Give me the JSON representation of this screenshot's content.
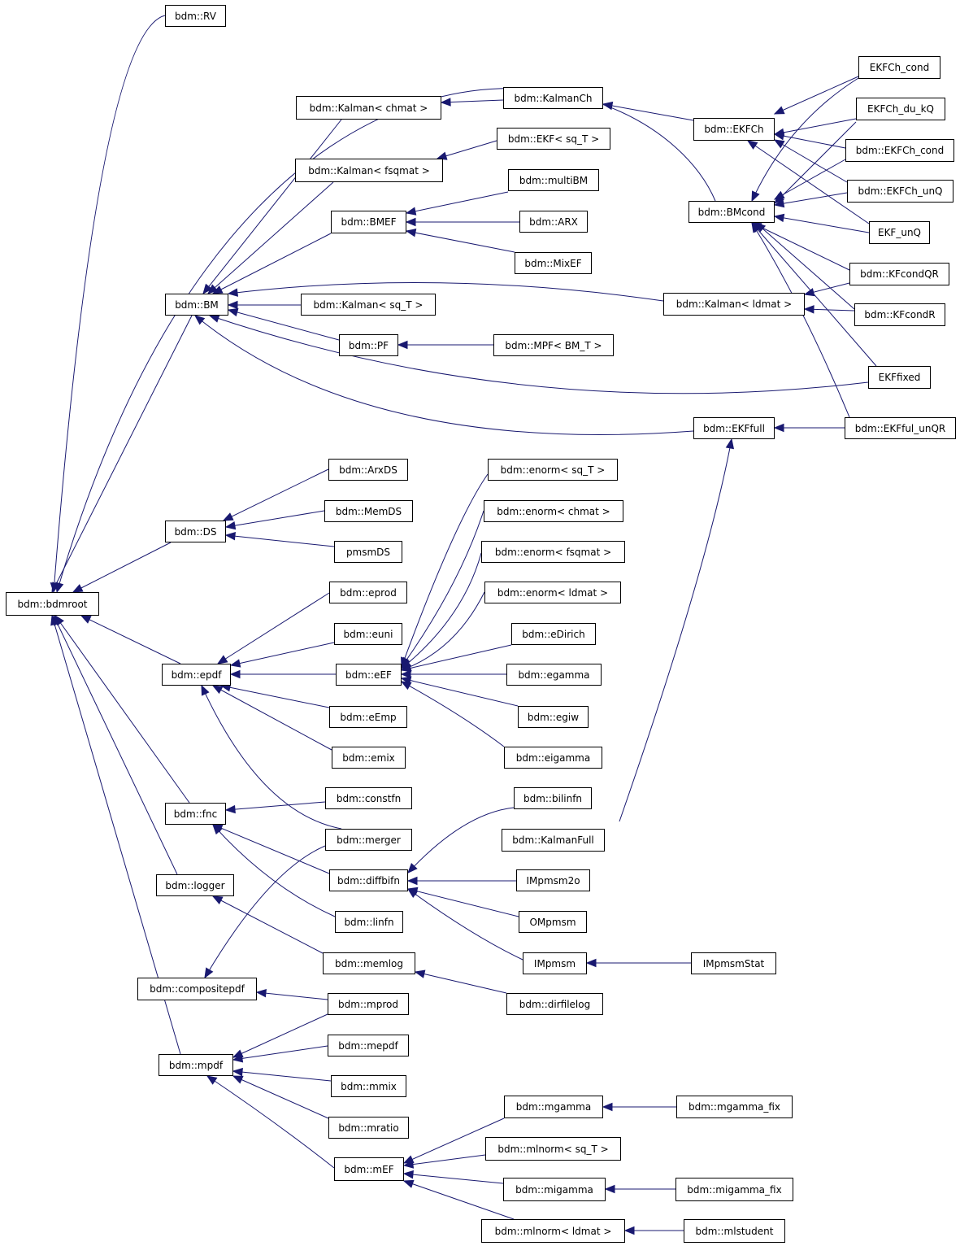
{
  "diagram": {
    "edge_color": "#191970",
    "nodes": [
      {
        "id": "bdmroot",
        "label": "bdm::bdmroot"
      },
      {
        "id": "RV",
        "label": "bdm::RV"
      },
      {
        "id": "BM",
        "label": "bdm::BM"
      },
      {
        "id": "DS",
        "label": "bdm::DS"
      },
      {
        "id": "epdf",
        "label": "bdm::epdf"
      },
      {
        "id": "fnc",
        "label": "bdm::fnc"
      },
      {
        "id": "logger",
        "label": "bdm::logger"
      },
      {
        "id": "compositepdf",
        "label": "bdm::compositepdf"
      },
      {
        "id": "mpdf",
        "label": "bdm::mpdf"
      },
      {
        "id": "Kalman_chmat",
        "label": "bdm::Kalman< chmat >"
      },
      {
        "id": "Kalman_fsqmat",
        "label": "bdm::Kalman< fsqmat >"
      },
      {
        "id": "BMEF",
        "label": "bdm::BMEF"
      },
      {
        "id": "Kalman_sqT",
        "label": "bdm::Kalman< sq_T >"
      },
      {
        "id": "PF",
        "label": "bdm::PF"
      },
      {
        "id": "KalmanCh",
        "label": "bdm::KalmanCh"
      },
      {
        "id": "EKF_sqT",
        "label": "bdm::EKF< sq_T >"
      },
      {
        "id": "multiBM",
        "label": "bdm::multiBM"
      },
      {
        "id": "ARX",
        "label": "bdm::ARX"
      },
      {
        "id": "MixEF",
        "label": "bdm::MixEF"
      },
      {
        "id": "Kalman_ldmat",
        "label": "bdm::Kalman< ldmat >"
      },
      {
        "id": "MPF",
        "label": "bdm::MPF< BM_T >"
      },
      {
        "id": "EKFCh",
        "label": "bdm::EKFCh"
      },
      {
        "id": "BMcond",
        "label": "bdm::BMcond"
      },
      {
        "id": "EKFfull",
        "label": "bdm::EKFfull"
      },
      {
        "id": "EKFCh_cond",
        "label": "EKFCh_cond"
      },
      {
        "id": "EKFCh_du_kQ",
        "label": "EKFCh_du_kQ"
      },
      {
        "id": "bdmEKFCh_cond",
        "label": "bdm::EKFCh_cond"
      },
      {
        "id": "bdmEKFCh_unQ",
        "label": "bdm::EKFCh_unQ"
      },
      {
        "id": "EKF_unQ",
        "label": "EKF_unQ"
      },
      {
        "id": "KFcondQR",
        "label": "bdm::KFcondQR"
      },
      {
        "id": "KFcondR",
        "label": "bdm::KFcondR"
      },
      {
        "id": "EKFfixed",
        "label": "EKFfixed"
      },
      {
        "id": "EKFful_unQR",
        "label": "bdm::EKFful_unQR"
      },
      {
        "id": "ArxDS",
        "label": "bdm::ArxDS"
      },
      {
        "id": "MemDS",
        "label": "bdm::MemDS"
      },
      {
        "id": "pmsmDS",
        "label": "pmsmDS"
      },
      {
        "id": "eprod",
        "label": "bdm::eprod"
      },
      {
        "id": "euni",
        "label": "bdm::euni"
      },
      {
        "id": "eEF",
        "label": "bdm::eEF"
      },
      {
        "id": "eEmp",
        "label": "bdm::eEmp"
      },
      {
        "id": "emix",
        "label": "bdm::emix"
      },
      {
        "id": "enorm_sqT",
        "label": "bdm::enorm< sq_T >"
      },
      {
        "id": "enorm_chmat",
        "label": "bdm::enorm< chmat >"
      },
      {
        "id": "enorm_fsqmat",
        "label": "bdm::enorm< fsqmat >"
      },
      {
        "id": "enorm_ldmat",
        "label": "bdm::enorm< ldmat >"
      },
      {
        "id": "eDirich",
        "label": "bdm::eDirich"
      },
      {
        "id": "egamma",
        "label": "bdm::egamma"
      },
      {
        "id": "egiw",
        "label": "bdm::egiw"
      },
      {
        "id": "eigamma",
        "label": "bdm::eigamma"
      },
      {
        "id": "constfn",
        "label": "bdm::constfn"
      },
      {
        "id": "merger",
        "label": "bdm::merger"
      },
      {
        "id": "diffbifn",
        "label": "bdm::diffbifn"
      },
      {
        "id": "linfn",
        "label": "bdm::linfn"
      },
      {
        "id": "bilinfn",
        "label": "bdm::bilinfn"
      },
      {
        "id": "KalmanFull",
        "label": "bdm::KalmanFull"
      },
      {
        "id": "IMpmsm2o",
        "label": "IMpmsm2o"
      },
      {
        "id": "OMpmsm",
        "label": "OMpmsm"
      },
      {
        "id": "IMpmsm",
        "label": "IMpmsm"
      },
      {
        "id": "IMpmsmStat",
        "label": "IMpmsmStat"
      },
      {
        "id": "memlog",
        "label": "bdm::memlog"
      },
      {
        "id": "dirfilelog",
        "label": "bdm::dirfilelog"
      },
      {
        "id": "mprod",
        "label": "bdm::mprod"
      },
      {
        "id": "mepdf",
        "label": "bdm::mepdf"
      },
      {
        "id": "mmix",
        "label": "bdm::mmix"
      },
      {
        "id": "mratio",
        "label": "bdm::mratio"
      },
      {
        "id": "mEF",
        "label": "bdm::mEF"
      },
      {
        "id": "mgamma",
        "label": "bdm::mgamma"
      },
      {
        "id": "mlnorm_sqT",
        "label": "bdm::mlnorm< sq_T >"
      },
      {
        "id": "migamma",
        "label": "bdm::migamma"
      },
      {
        "id": "mlnorm_ldmat",
        "label": "bdm::mlnorm< ldmat >"
      },
      {
        "id": "mgamma_fix",
        "label": "bdm::mgamma_fix"
      },
      {
        "id": "migamma_fix",
        "label": "bdm::migamma_fix"
      },
      {
        "id": "mlstudent",
        "label": "bdm::mlstudent"
      }
    ],
    "edges": [
      {
        "from": "RV",
        "to": "bdmroot"
      },
      {
        "from": "BM",
        "to": "bdmroot"
      },
      {
        "from": "DS",
        "to": "bdmroot"
      },
      {
        "from": "epdf",
        "to": "bdmroot"
      },
      {
        "from": "fnc",
        "to": "bdmroot"
      },
      {
        "from": "logger",
        "to": "bdmroot"
      },
      {
        "from": "mpdf",
        "to": "bdmroot"
      },
      {
        "from": "BMcond",
        "to": "bdmroot"
      },
      {
        "from": "Kalman_chmat",
        "to": "BM"
      },
      {
        "from": "Kalman_fsqmat",
        "to": "BM"
      },
      {
        "from": "BMEF",
        "to": "BM"
      },
      {
        "from": "Kalman_sqT",
        "to": "BM"
      },
      {
        "from": "PF",
        "to": "BM"
      },
      {
        "from": "Kalman_ldmat",
        "to": "BM"
      },
      {
        "from": "EKFfixed",
        "to": "BM"
      },
      {
        "from": "EKFfull",
        "to": "BM"
      },
      {
        "from": "KalmanCh",
        "to": "Kalman_chmat"
      },
      {
        "from": "EKF_sqT",
        "to": "Kalman_fsqmat"
      },
      {
        "from": "multiBM",
        "to": "BMEF"
      },
      {
        "from": "ARX",
        "to": "BMEF"
      },
      {
        "from": "MixEF",
        "to": "BMEF"
      },
      {
        "from": "MPF",
        "to": "PF"
      },
      {
        "from": "EKFCh",
        "to": "KalmanCh"
      },
      {
        "from": "EKFCh_cond",
        "to": "EKFCh"
      },
      {
        "from": "EKFCh_du_kQ",
        "to": "EKFCh"
      },
      {
        "from": "bdmEKFCh_cond",
        "to": "EKFCh"
      },
      {
        "from": "bdmEKFCh_unQ",
        "to": "EKFCh"
      },
      {
        "from": "EKF_unQ",
        "to": "EKFCh"
      },
      {
        "from": "EKFCh_cond",
        "to": "BMcond"
      },
      {
        "from": "EKFCh_du_kQ",
        "to": "BMcond"
      },
      {
        "from": "bdmEKFCh_cond",
        "to": "BMcond"
      },
      {
        "from": "bdmEKFCh_unQ",
        "to": "BMcond"
      },
      {
        "from": "EKF_unQ",
        "to": "BMcond"
      },
      {
        "from": "KFcondQR",
        "to": "BMcond"
      },
      {
        "from": "KFcondR",
        "to": "BMcond"
      },
      {
        "from": "EKFfixed",
        "to": "BMcond"
      },
      {
        "from": "EKFful_unQR",
        "to": "BMcond"
      },
      {
        "from": "KFcondQR",
        "to": "Kalman_ldmat"
      },
      {
        "from": "KFcondR",
        "to": "Kalman_ldmat"
      },
      {
        "from": "EKFful_unQR",
        "to": "EKFfull"
      },
      {
        "from": "KalmanFull",
        "to": "EKFfull"
      },
      {
        "from": "ArxDS",
        "to": "DS"
      },
      {
        "from": "MemDS",
        "to": "DS"
      },
      {
        "from": "pmsmDS",
        "to": "DS"
      },
      {
        "from": "eprod",
        "to": "epdf"
      },
      {
        "from": "euni",
        "to": "epdf"
      },
      {
        "from": "eEF",
        "to": "epdf"
      },
      {
        "from": "eEmp",
        "to": "epdf"
      },
      {
        "from": "emix",
        "to": "epdf"
      },
      {
        "from": "merger",
        "to": "epdf"
      },
      {
        "from": "enorm_sqT",
        "to": "eEF"
      },
      {
        "from": "enorm_chmat",
        "to": "eEF"
      },
      {
        "from": "enorm_fsqmat",
        "to": "eEF"
      },
      {
        "from": "enorm_ldmat",
        "to": "eEF"
      },
      {
        "from": "eDirich",
        "to": "eEF"
      },
      {
        "from": "egamma",
        "to": "eEF"
      },
      {
        "from": "egiw",
        "to": "eEF"
      },
      {
        "from": "eigamma",
        "to": "eEF"
      },
      {
        "from": "constfn",
        "to": "fnc"
      },
      {
        "from": "diffbifn",
        "to": "fnc"
      },
      {
        "from": "linfn",
        "to": "fnc"
      },
      {
        "from": "bilinfn",
        "to": "diffbifn"
      },
      {
        "from": "IMpmsm2o",
        "to": "diffbifn"
      },
      {
        "from": "OMpmsm",
        "to": "diffbifn"
      },
      {
        "from": "IMpmsm",
        "to": "diffbifn"
      },
      {
        "from": "IMpmsmStat",
        "to": "IMpmsm"
      },
      {
        "from": "memlog",
        "to": "logger"
      },
      {
        "from": "dirfilelog",
        "to": "memlog"
      },
      {
        "from": "merger",
        "to": "compositepdf"
      },
      {
        "from": "mprod",
        "to": "compositepdf"
      },
      {
        "from": "mprod",
        "to": "mpdf"
      },
      {
        "from": "mepdf",
        "to": "mpdf"
      },
      {
        "from": "mmix",
        "to": "mpdf"
      },
      {
        "from": "mratio",
        "to": "mpdf"
      },
      {
        "from": "mEF",
        "to": "mpdf"
      },
      {
        "from": "mgamma",
        "to": "mEF"
      },
      {
        "from": "mlnorm_sqT",
        "to": "mEF"
      },
      {
        "from": "migamma",
        "to": "mEF"
      },
      {
        "from": "mlnorm_ldmat",
        "to": "mEF"
      },
      {
        "from": "mgamma_fix",
        "to": "mgamma"
      },
      {
        "from": "migamma_fix",
        "to": "migamma"
      },
      {
        "from": "mlstudent",
        "to": "mlnorm_ldmat"
      }
    ]
  }
}
